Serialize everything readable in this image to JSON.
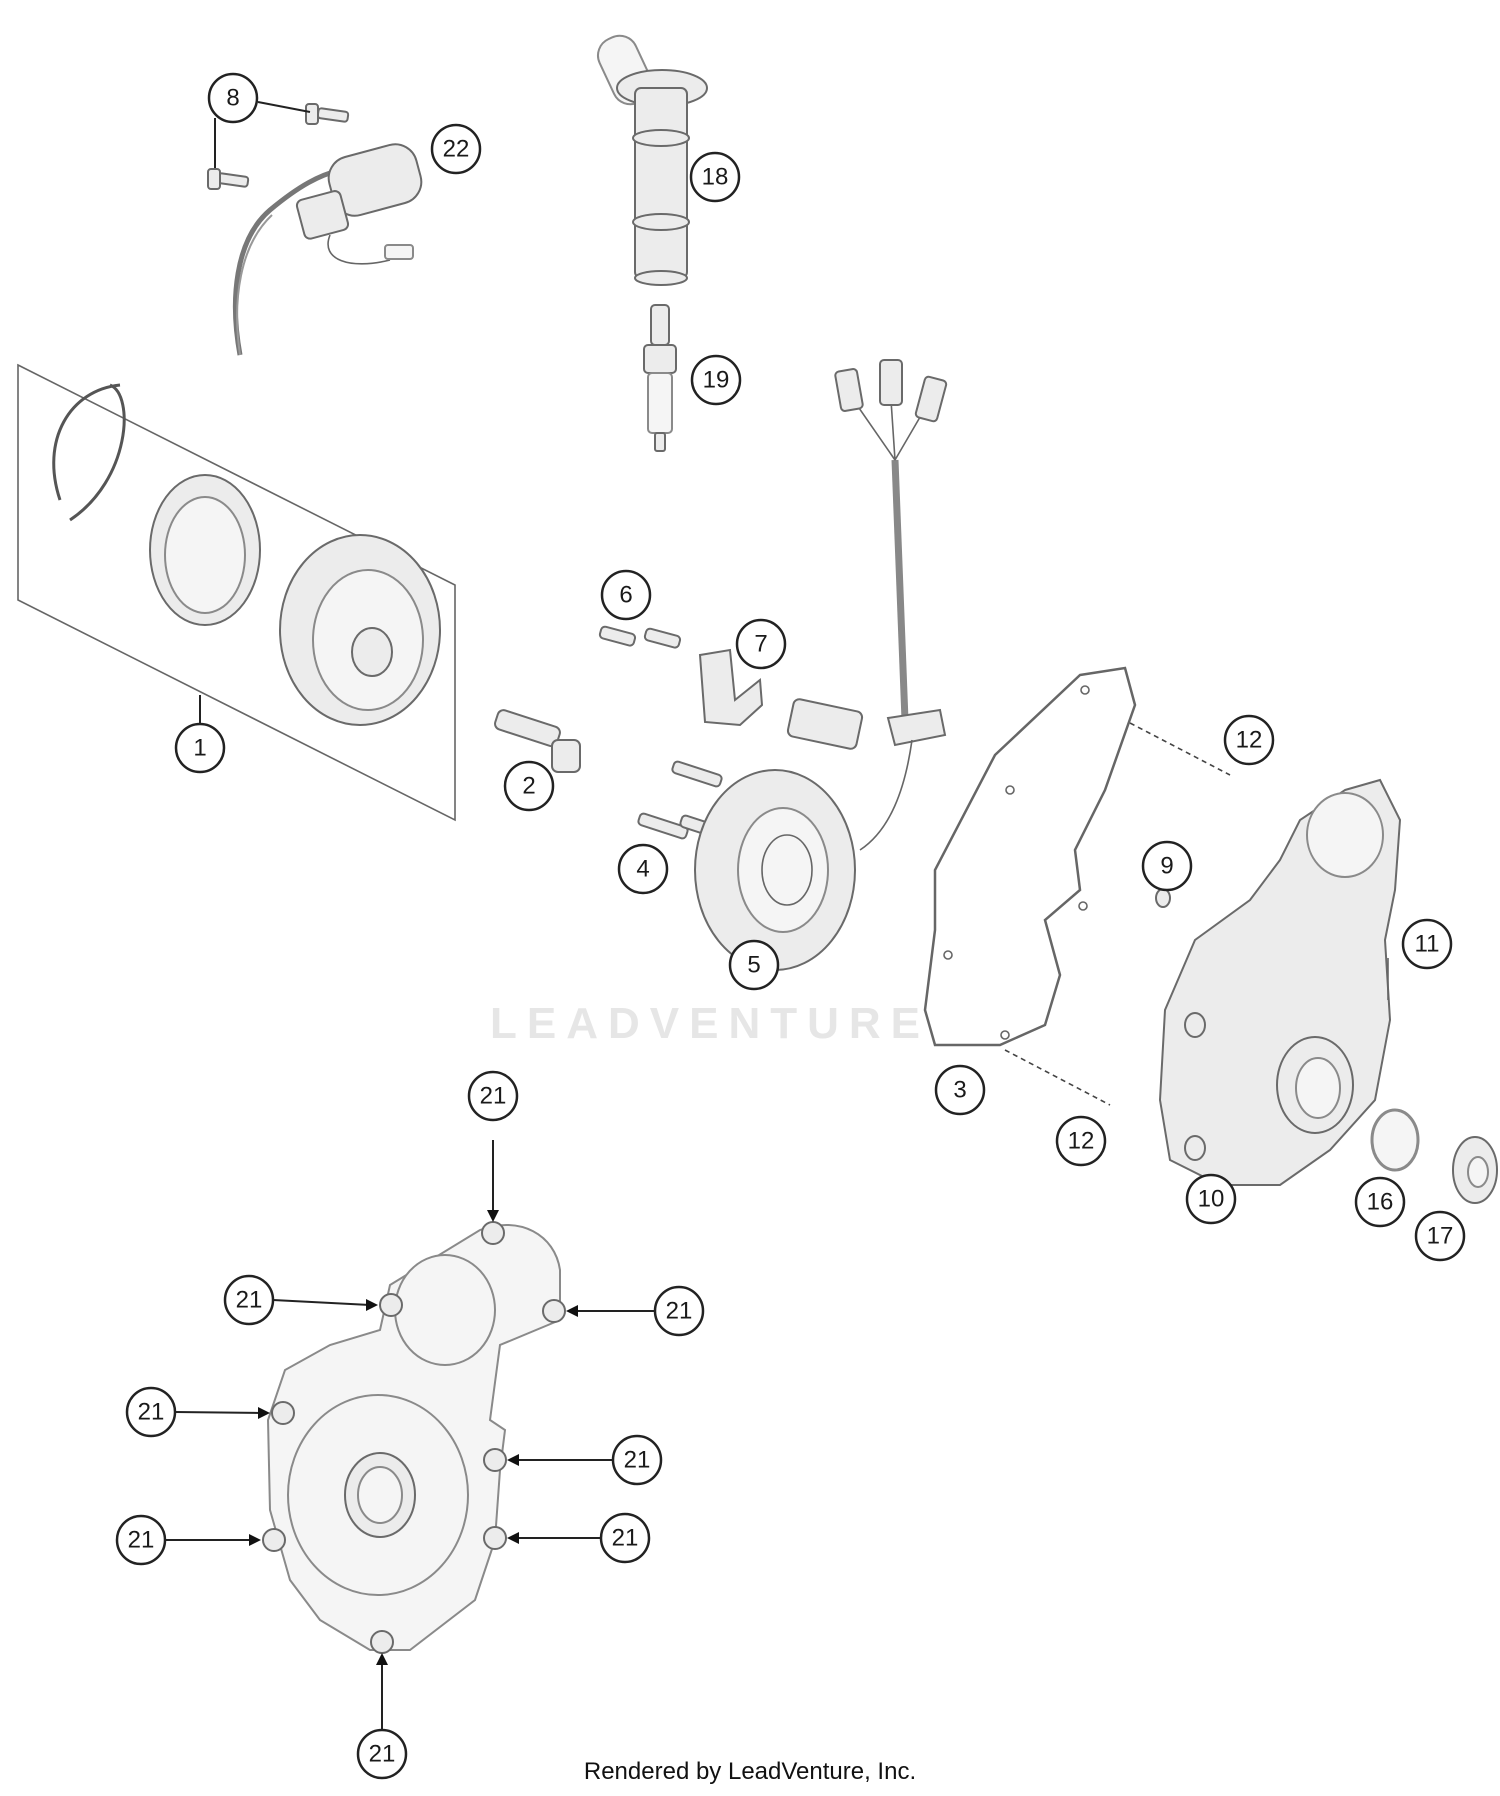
{
  "watermark": "LEADVENTURE",
  "footer": "Rendered by LeadVenture, Inc.",
  "callouts": [
    {
      "id": "c8",
      "label": "8"
    },
    {
      "id": "c22",
      "label": "22"
    },
    {
      "id": "c18",
      "label": "18"
    },
    {
      "id": "c19",
      "label": "19"
    },
    {
      "id": "c6",
      "label": "6"
    },
    {
      "id": "c7",
      "label": "7"
    },
    {
      "id": "c1",
      "label": "1"
    },
    {
      "id": "c2",
      "label": "2"
    },
    {
      "id": "c4",
      "label": "4"
    },
    {
      "id": "c5",
      "label": "5"
    },
    {
      "id": "c12a",
      "label": "12"
    },
    {
      "id": "c9",
      "label": "9"
    },
    {
      "id": "c11",
      "label": "11"
    },
    {
      "id": "c3",
      "label": "3"
    },
    {
      "id": "c12b",
      "label": "12"
    },
    {
      "id": "c10",
      "label": "10"
    },
    {
      "id": "c16",
      "label": "16"
    },
    {
      "id": "c17",
      "label": "17"
    },
    {
      "id": "c21a",
      "label": "21"
    },
    {
      "id": "c21b",
      "label": "21"
    },
    {
      "id": "c21c",
      "label": "21"
    },
    {
      "id": "c21d",
      "label": "21"
    },
    {
      "id": "c21e",
      "label": "21"
    },
    {
      "id": "c21f",
      "label": "21"
    },
    {
      "id": "c21g",
      "label": "21"
    },
    {
      "id": "c21h",
      "label": "21"
    }
  ]
}
